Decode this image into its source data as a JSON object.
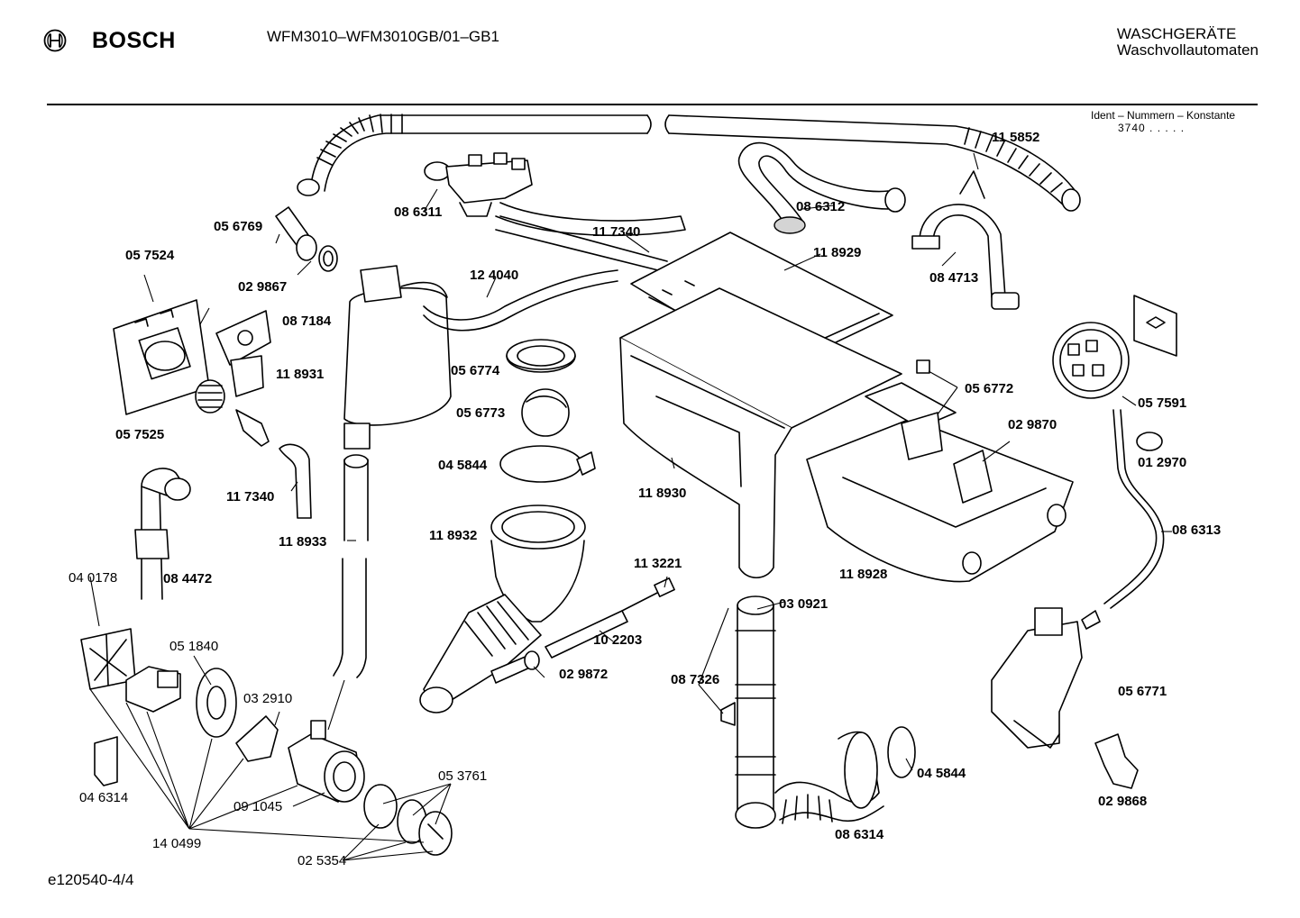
{
  "header": {
    "brand": "BOSCH",
    "model": "WFM3010–WFM3010GB/01–GB1",
    "category_line1": "WASCHGERÄTE",
    "category_line2": "Waschvollautomaten"
  },
  "ident": {
    "label": "Ident – Nummern – Konstante",
    "value": "3740  .  .  .  .  ."
  },
  "footer": {
    "code": "e120540-4/4"
  },
  "parts": {
    "p115852": "11 5852",
    "p086311": "08 6311",
    "p056769": "05 6769",
    "p057524": "05 7524",
    "p029867": "02 9867",
    "p117340a": "11 7340",
    "p086312": "08 6312",
    "p084713": "08 4713",
    "p124040": "12 4040",
    "p118929": "11 8929",
    "p087184": "08 7184",
    "p118931": "11 8931",
    "p056774": "05 6774",
    "p056773": "05 6773",
    "p056772": "05 6772",
    "p057591": "05 7591",
    "p057525": "05 7525",
    "p045844a": "04 5844",
    "p029870": "02 9870",
    "p012970": "01 2970",
    "p117340b": "11 7340",
    "p118930": "11 8930",
    "p118933": "11 8933",
    "p118932": "11 8932",
    "p086313": "08 6313",
    "p040178": "04 0178",
    "p084472": "08 4472",
    "p113221": "11 3221",
    "p118928": "11 8928",
    "p030921": "03 0921",
    "p051840": "05 1840",
    "p102203": "10 2203",
    "p029872": "02 9872",
    "p087326": "08 7326",
    "p056771": "05 6771",
    "p032910": "03 2910",
    "p053761": "05 3761",
    "p045844b": "04 5844",
    "p046314": "04 6314",
    "p091045": "09 1045",
    "p029868": "02 9868",
    "p086314": "08 6314",
    "p140499": "14 0499",
    "p025354": "02 5354"
  }
}
